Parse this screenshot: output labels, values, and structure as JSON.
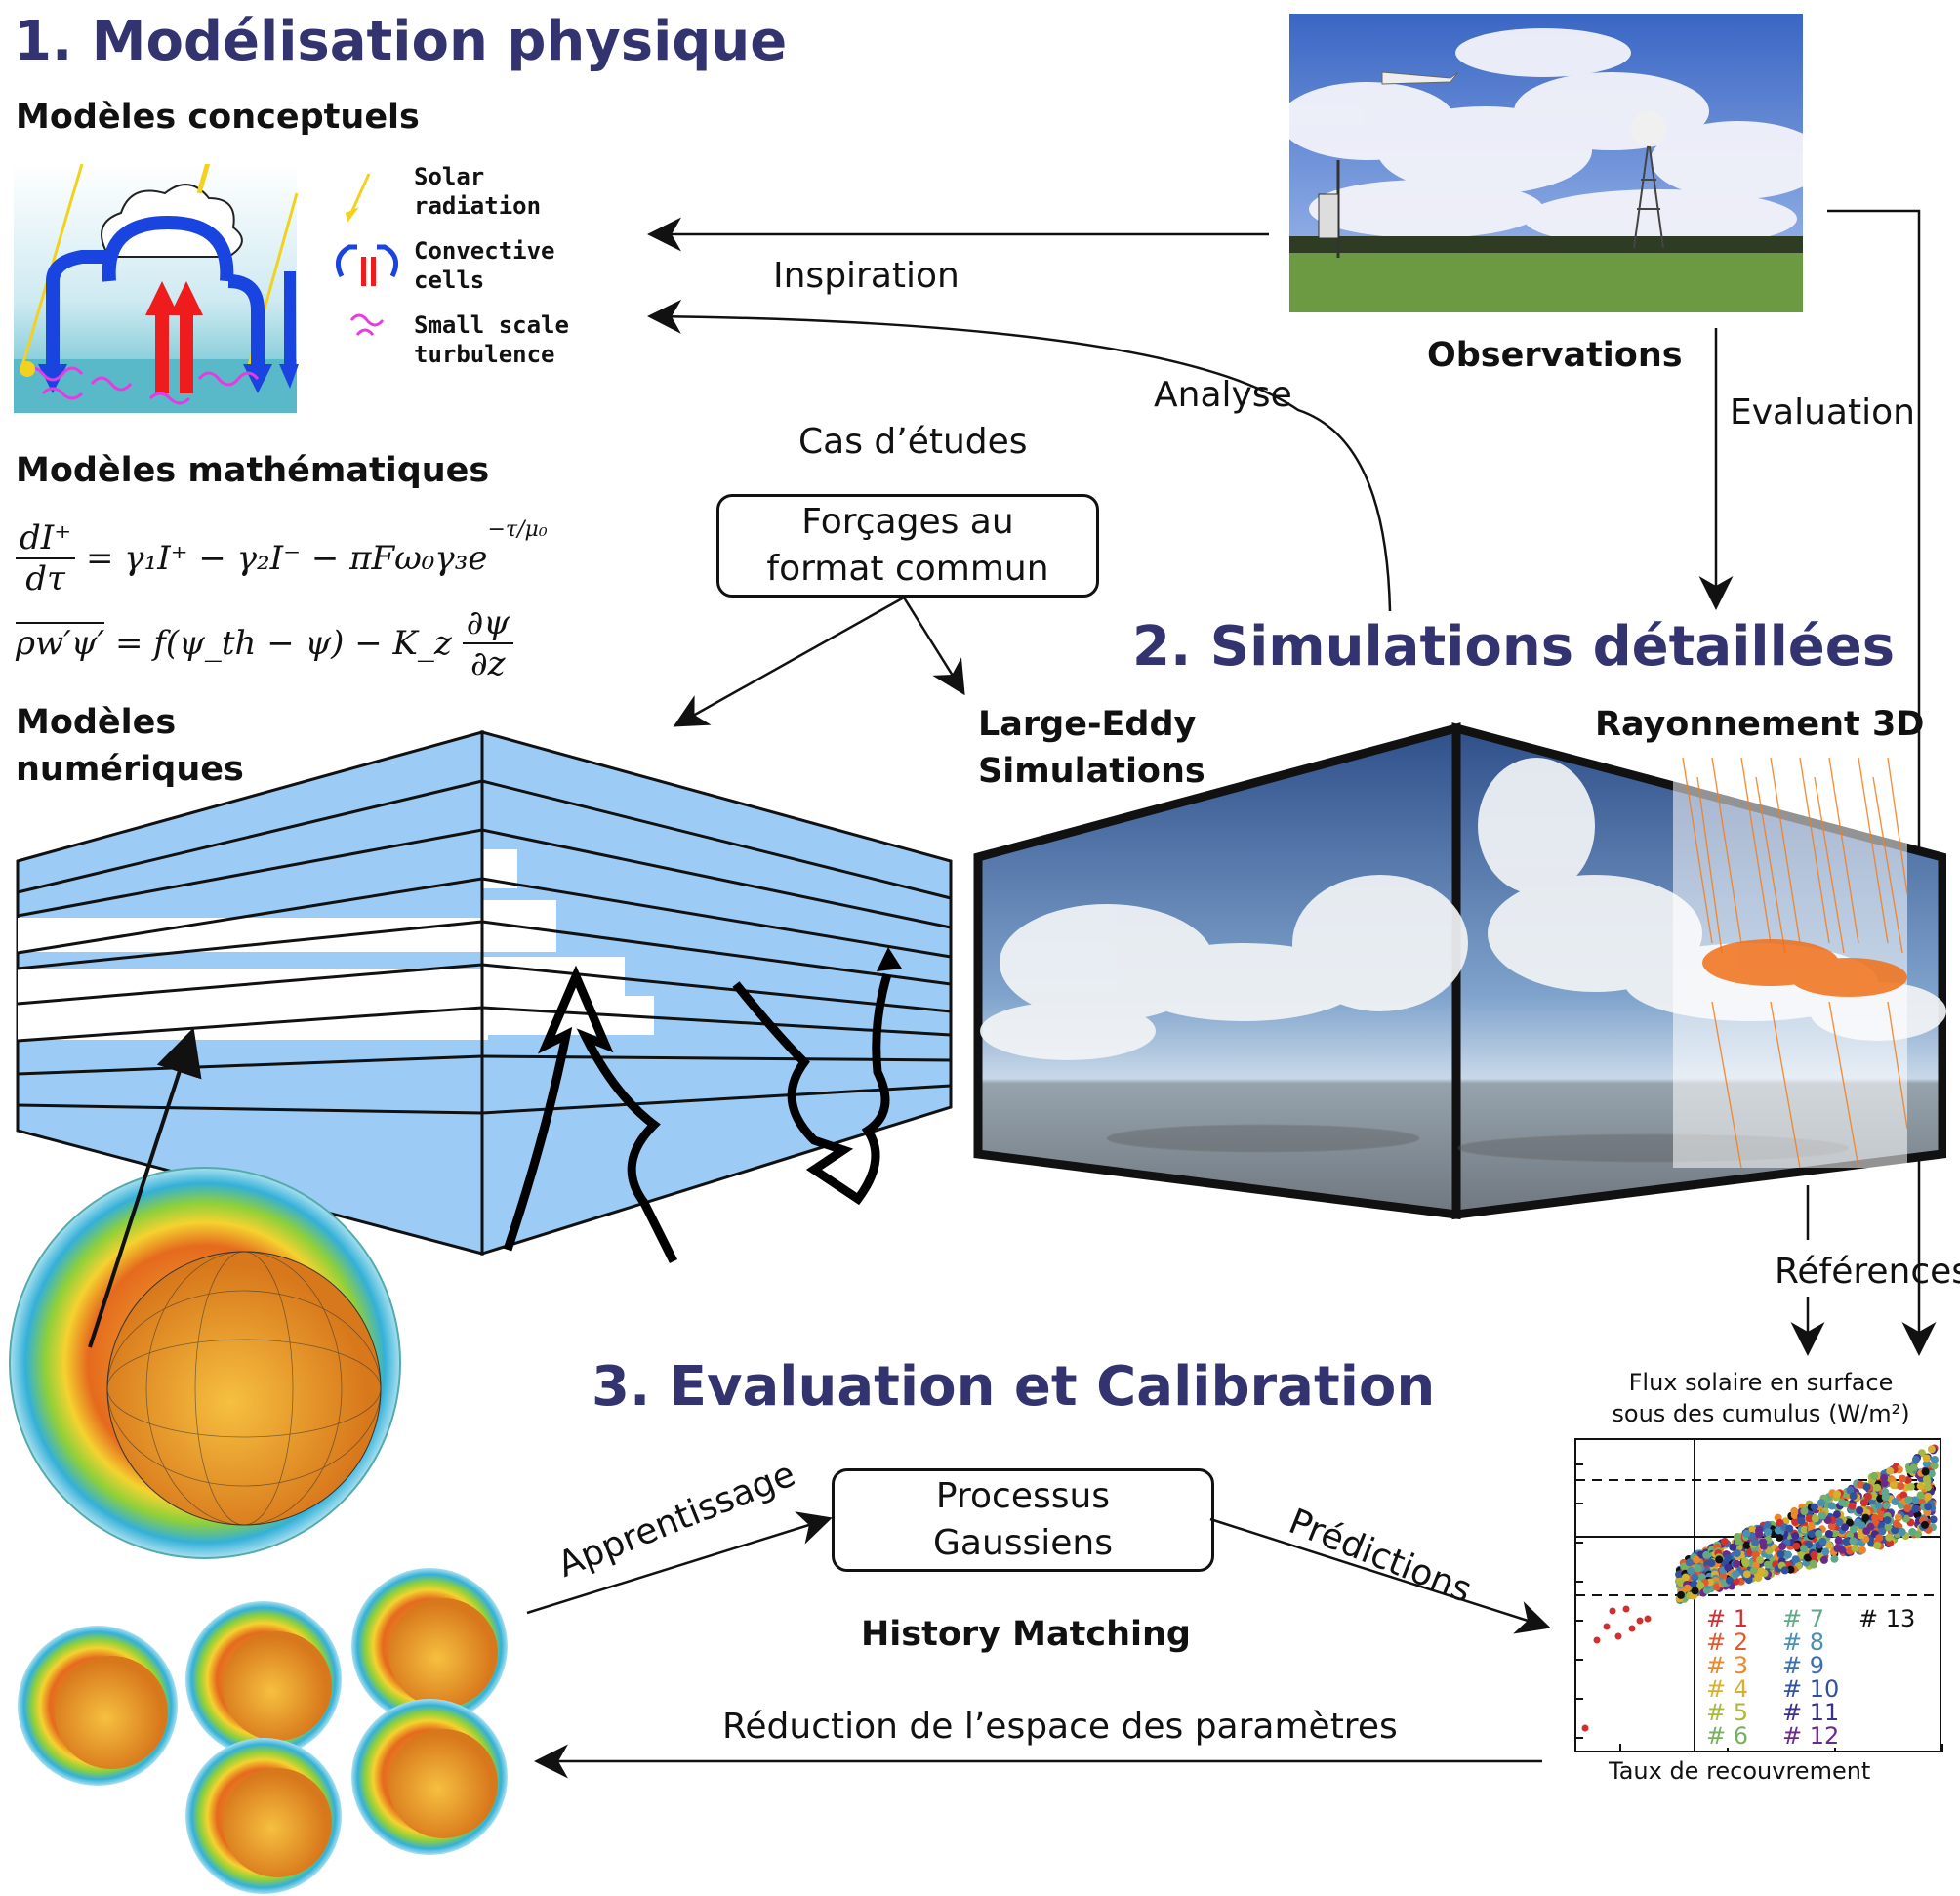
{
  "sections": {
    "s1": "1.  Modélisation physique",
    "s2": "2.  Simulations détaillées",
    "s3": "3.  Evaluation et Calibration"
  },
  "subtitles": {
    "conceptual": "Modèles conceptuels",
    "mathematical": "Modèles mathématiques",
    "numerical_1": "Modèles",
    "numerical_2": "numériques",
    "observations": "Observations",
    "les_1": "Large-Eddy",
    "les_2": "Simulations",
    "rad3d": "Rayonnement 3D",
    "history": "History Matching"
  },
  "conceptual_legend": {
    "solar_1": "Solar",
    "solar_2": "radiation",
    "conv_1": "Convective",
    "conv_2": "cells",
    "turb_1": "Small scale",
    "turb_2": "turbulence"
  },
  "equations": {
    "eq1_num": "dI⁺",
    "eq1_den": "dτ",
    "eq1_rhs": "= γ₁I⁺ − γ₂I⁻ − πFω₀γ₃e",
    "eq1_exp": "−τ/μ₀",
    "eq2_lhs": "ρw′ψ′",
    "eq2_rhs": "= f(ψ_th − ψ) − K_z",
    "eq2_num": "∂ψ",
    "eq2_den": "∂z"
  },
  "labels": {
    "inspiration": "Inspiration",
    "analyse": "Analyse",
    "evaluation": "Evaluation",
    "cas": "Cas d’études",
    "references": "Références",
    "apprentissage": "Apprentissage",
    "predictions": "Prédictions",
    "reduction": "Réduction de l’espace des paramètres"
  },
  "boxes": {
    "forcages_1": "Forçages au",
    "forcages_2": "format commun",
    "gp_1": "Processus",
    "gp_2": "Gaussiens"
  },
  "colors": {
    "heading": "#333370",
    "grid_blue": "#9ccbf5",
    "rays": "#f08020"
  },
  "chart_data": {
    "type": "scatter",
    "title": "Flux solaire en surface sous des cumulus (W/m²)",
    "title_1": "Flux solaire en surface",
    "title_2": "sous des cumulus (W/m²)",
    "xlabel": "Taux de recouvrement",
    "ylabel": "",
    "grid": false,
    "legend_position": "lower-right",
    "legend": [
      "# 1",
      "# 2",
      "# 3",
      "# 4",
      "# 5",
      "# 6",
      "# 7",
      "# 8",
      "# 9",
      "# 10",
      "# 11",
      "# 12",
      "# 13"
    ],
    "legend_colors": [
      "#d03030",
      "#e05a30",
      "#e88a2a",
      "#d8b030",
      "#a8b840",
      "#78b060",
      "#60a888",
      "#4a90b0",
      "#3a70b0",
      "#3050a0",
      "#3a3090",
      "#6a2a8a",
      "#111111"
    ]
  }
}
